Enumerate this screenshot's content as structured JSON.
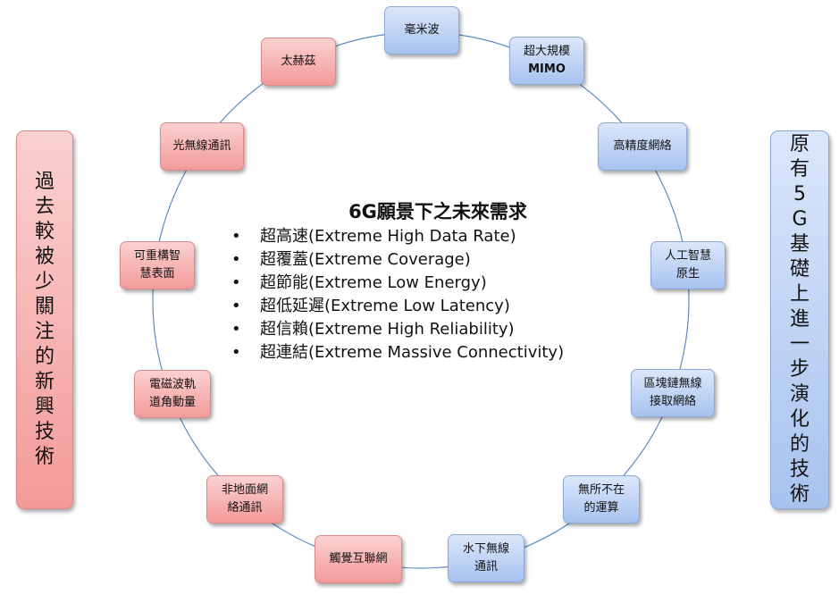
{
  "center": {
    "title": "6G願景下之未來需求",
    "bullet": "•",
    "items": [
      "超高速(Extreme High Data Rate)",
      "超覆蓋(Extreme Coverage)",
      "超節能(Extreme Low Energy)",
      "超低延遲(Extreme Low Latency)",
      "超信賴(Extreme High Reliability)",
      "超連結(Extreme Massive Connectivity)"
    ]
  },
  "left_panel": {
    "text": "過去較被少關注的新興技術"
  },
  "right_panel": {
    "text": "原有5G基礎上進一步演化的技術"
  },
  "red_nodes": [
    {
      "line1": "太赫茲",
      "line2": ""
    },
    {
      "line1": "光無線通訊",
      "line2": ""
    },
    {
      "line1": "可重構智",
      "line2": "慧表面"
    },
    {
      "line1": "電磁波軌",
      "line2": "道角動量"
    },
    {
      "line1": "非地面網",
      "line2": "絡通訊"
    },
    {
      "line1": "觸覺互聯網",
      "line2": ""
    }
  ],
  "blue_nodes": [
    {
      "line1": "毫米波",
      "line2": ""
    },
    {
      "line1": "超大規模",
      "line2": "MIMO"
    },
    {
      "line1": "高精度網絡",
      "line2": ""
    },
    {
      "line1": "人工智慧",
      "line2": "原生"
    },
    {
      "line1": "區塊鏈無線",
      "line2": "接取網絡"
    },
    {
      "line1": "無所不在",
      "line2": "的運算"
    },
    {
      "line1": "水下無線",
      "line2": "通訊"
    }
  ],
  "colors": {
    "red_fill": "#f5a9a9",
    "blue_fill": "#b4caf0",
    "ring": "#5b8ac4"
  }
}
